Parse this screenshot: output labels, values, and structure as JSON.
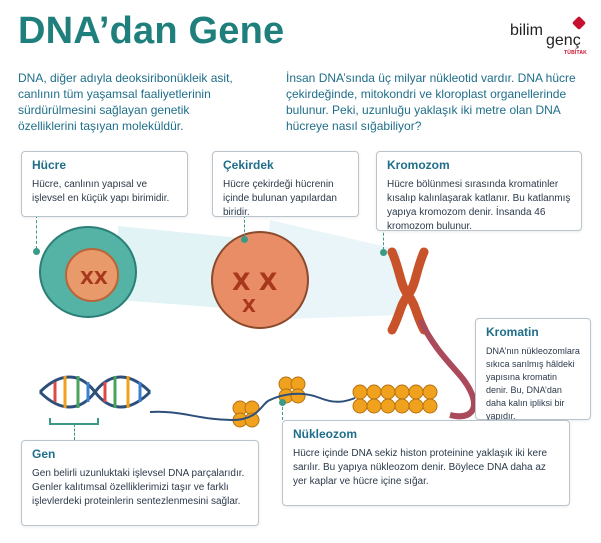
{
  "title": "DNA’dan Gene",
  "logo": {
    "text1": "bilim",
    "text2": "genç",
    "tag": "TÜBİTAK"
  },
  "intro": {
    "left": "DNA, diğer adıyla deoksiribonükleik asit, canlının tüm yaşamsal faaliyetlerinin sürdürülmesini sağlayan genetik özelliklerini taşıyan moleküldür.",
    "right": "İnsan DNA’sında üç milyar nükleotid vardır. DNA hücre çekirdeğinde, mitokondri ve kloroplast organellerinde bulunur. Peki, uzunluğu yaklaşık iki metre olan DNA hücreye nasıl sığabiliyor?"
  },
  "cards": {
    "hucre": {
      "title": "Hücre",
      "body": "Hücre, canlının yapısal ve işlevsel en küçük yapı birimidir."
    },
    "cekirdek": {
      "title": "Çekirdek",
      "body": "Hücre çekirdeği hücrenin içinde bulunan yapılardan biridir."
    },
    "kromozom": {
      "title": "Kromozom",
      "body": "Hücre bölünmesi sırasında kromatinler kısalıp kalınlaşarak katlanır. Bu katlanmış yapıya kromozom denir. İnsanda 46 kromozom bulunur."
    },
    "kromatin": {
      "title": "Kromatin",
      "body": "DNA’nın nükleozomlara sıkıca sarılmış hâldeki yapısına kromatin denir. Bu, DNA’dan daha kalın ipliksi bir yapıdır."
    },
    "gen": {
      "title": "Gen",
      "body": "Gen belirli uzunluktaki işlevsel DNA parçalarıdır. Genler kalıtımsal özelliklerimizi taşır ve farklı işlevlerdeki proteinlerin sentezlenmesini sağlar."
    },
    "nukleozom": {
      "title": "Nükleozom",
      "body": "Hücre içinde DNA sekiz histon proteinine yaklaşık iki kere sarılır. Bu yapıya nükleozom denir. Böylece DNA daha az yer kaplar ve hücre içine sığar."
    }
  },
  "colors": {
    "title": "#1f7f7c",
    "intro": "#1f6e8a",
    "accent": "#3a9a86",
    "chromosome": "#c8532a",
    "nucleosome": "#f0a21e"
  }
}
